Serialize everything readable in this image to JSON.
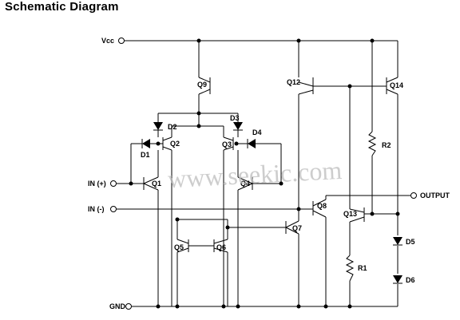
{
  "title": "Schematic Diagram",
  "terminals": {
    "vcc": "Vcc",
    "in_plus": "IN (+)",
    "in_minus": "IN (-)",
    "output": "OUTPUT",
    "gnd": "GND"
  },
  "transistors": {
    "q1": "Q1",
    "q2": "Q2",
    "q3": "Q3",
    "q4": "Q4",
    "q5": "Q5",
    "q6": "Q6",
    "q7": "Q7",
    "q8": "Q8",
    "q9": "Q9",
    "q12": "Q12",
    "q13": "Q13",
    "q14": "Q14"
  },
  "diodes": {
    "d1": "D1",
    "d2": "D2",
    "d3": "D3",
    "d4": "D4",
    "d5": "D5",
    "d6": "D6"
  },
  "resistors": {
    "r1": "R1",
    "r2": "R2"
  },
  "watermark": "www.seekic.com",
  "colors": {
    "wire": "#000000",
    "background": "#ffffff",
    "watermark": "#bdbdbd"
  }
}
